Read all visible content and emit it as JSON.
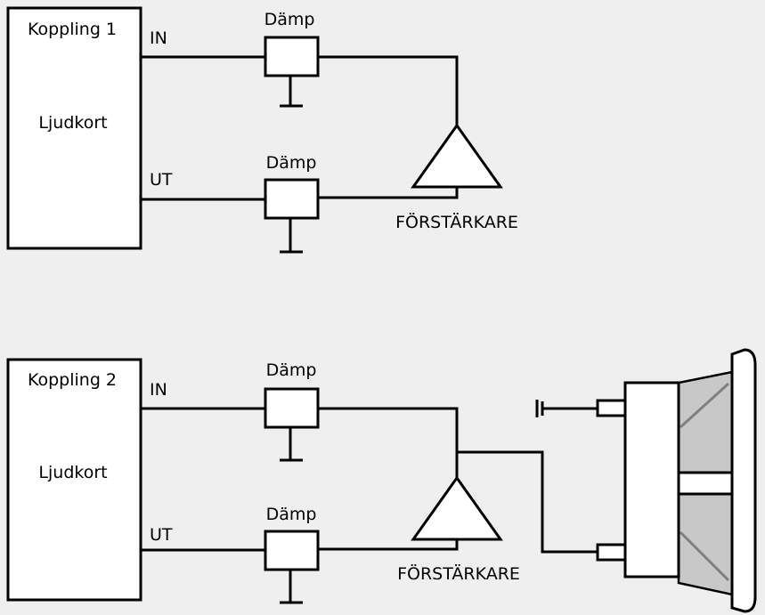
{
  "colors": {
    "background": "#efefef",
    "stroke": "#000000",
    "fill": "#ffffff",
    "cone": "#c8c8c8",
    "cone_line": "#808080"
  },
  "diagram1": {
    "box_title": "Koppling 1",
    "box_label": "Ljudkort",
    "in_label": "IN",
    "out_label": "UT",
    "damp_in_label": "Dämp",
    "damp_out_label": "Dämp",
    "amp_label": "FÖRSTÄRKARE"
  },
  "diagram2": {
    "box_title": "Koppling 2",
    "box_label": "Ljudkort",
    "in_label": "IN",
    "out_label": "UT",
    "damp_in_label": "Dämp",
    "damp_out_label": "Dämp",
    "amp_label": "FÖRSTÄRKARE",
    "speaker_icon": "loudspeaker-icon"
  }
}
